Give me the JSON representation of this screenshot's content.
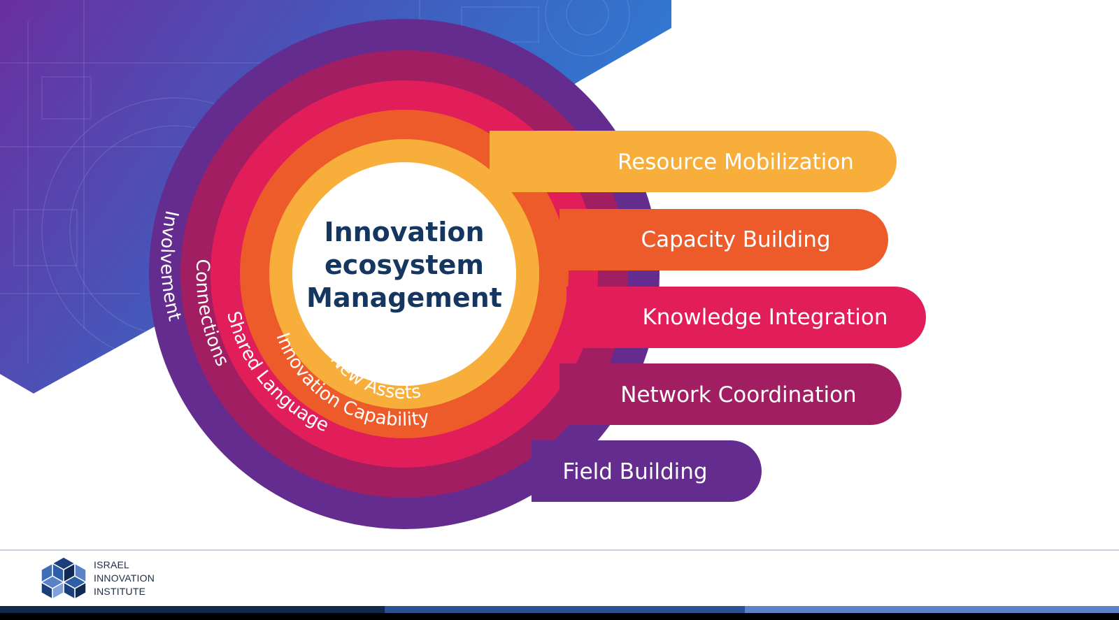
{
  "center": {
    "lines": [
      "Innovation",
      "ecosystem",
      "Management"
    ],
    "color": "#14365f"
  },
  "bands": [
    {
      "label": "Resource Mobilization",
      "color": "#f7ae3b"
    },
    {
      "label": "Capacity Building",
      "color": "#ee5b2b"
    },
    {
      "label": "Knowledge Integration",
      "color": "#e21e5a"
    },
    {
      "label": "Network Coordination",
      "color": "#a11e62"
    },
    {
      "label": "Field Building",
      "color": "#642c8e"
    }
  ],
  "ring_labels": [
    "New Assets",
    "Innovation Capability",
    "Shared Language",
    "Connections",
    "Involvement"
  ],
  "background_colors": [
    "#6a2fa0",
    "#3f5fbf",
    "#2d7fd6"
  ],
  "footer": {
    "logo_lines": [
      "ISRAEL",
      "INNOVATION",
      "INSTITUTE"
    ],
    "bar_colors": [
      "#11284a",
      "#2a4f93",
      "#5b82c8"
    ]
  }
}
